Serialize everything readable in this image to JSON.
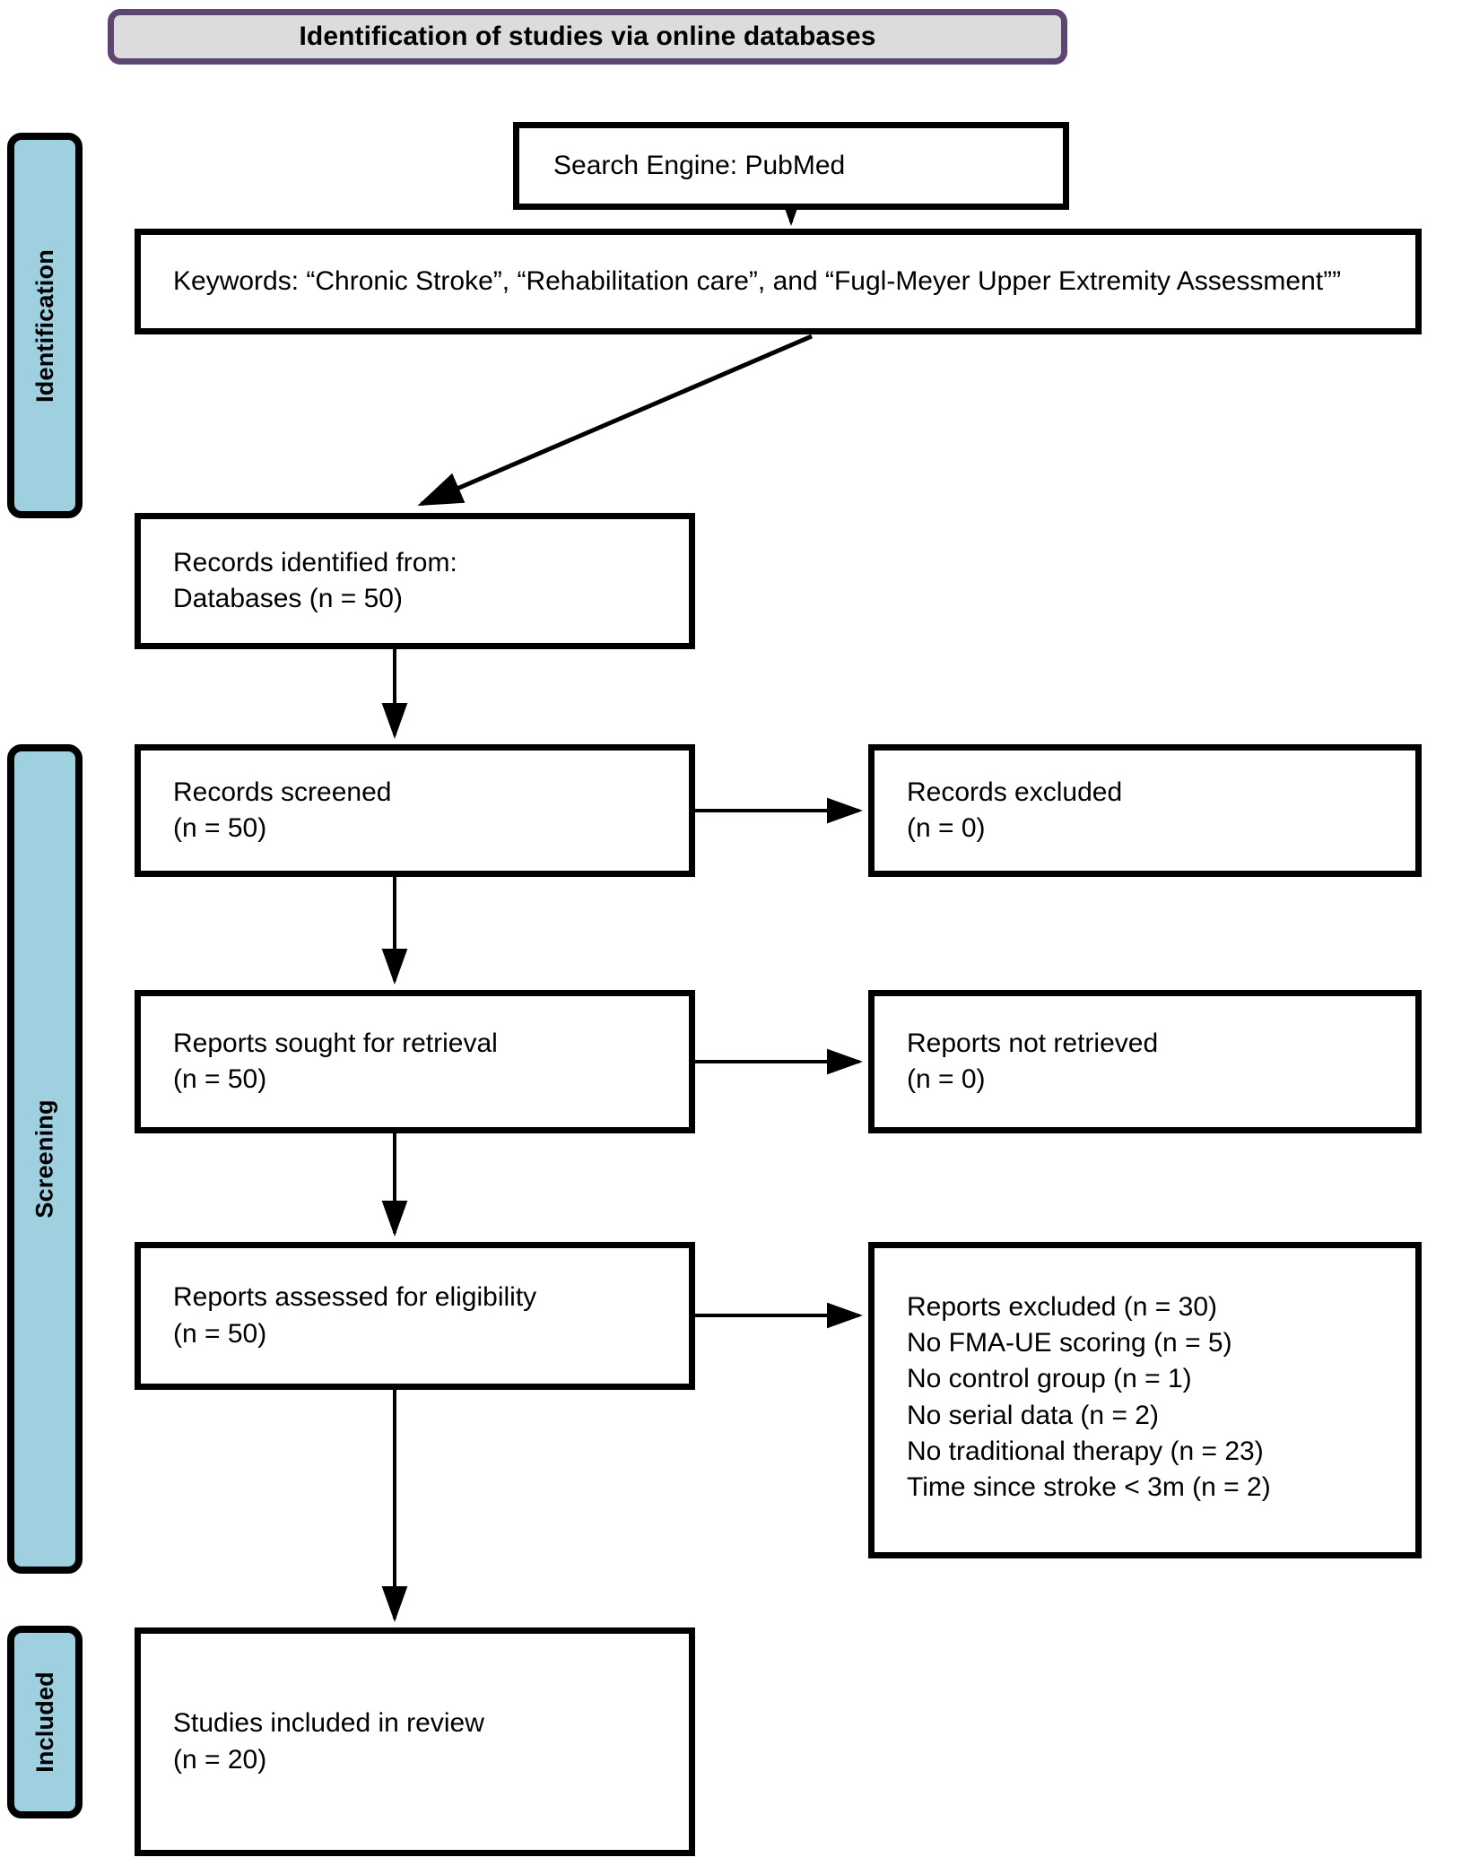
{
  "header": {
    "title": "Identification of studies via online databases"
  },
  "stages": [
    {
      "id": "identification",
      "label": "Identification"
    },
    {
      "id": "screening",
      "label": "Screening"
    },
    {
      "id": "included",
      "label": "Included"
    }
  ],
  "nodes": {
    "search_engine": "Search Engine: PubMed",
    "keywords": "Keywords: “Chronic Stroke”, “Rehabilitation care”, and “Fugl-Meyer Upper Extremity Assessment””",
    "records_identified": "Records identified from:\n    Databases (n = 50)",
    "records_screened": "Records screened\n(n = 50)",
    "records_excluded": "Records excluded\n(n = 0)",
    "reports_sought": "Reports sought for retrieval\n(n = 50)",
    "reports_not_retrieved": "Reports not retrieved\n(n = 0)",
    "reports_assessed": "Reports assessed for eligibility\n(n = 50)",
    "reports_excluded": "Reports excluded (n = 30)\n     No FMA-UE scoring (n = 5)\n     No control group (n = 1)\n     No serial data (n = 2)\n     No traditional therapy (n = 23)\n     Time since stroke < 3m (n = 2)",
    "studies_included": "Studies included in review\n(n = 20)"
  },
  "chart_data": {
    "type": "diagram",
    "title": "Identification of studies via online databases",
    "diagram_kind": "PRISMA flow diagram",
    "phases": [
      {
        "name": "Identification",
        "boxes": [
          {
            "label": "Search Engine: PubMed"
          },
          {
            "label": "Keywords: “Chronic Stroke”, “Rehabilitation care”, and “Fugl-Meyer Upper Extremity Assessment””"
          },
          {
            "label": "Records identified from: Databases",
            "n": 50
          }
        ]
      },
      {
        "name": "Screening",
        "boxes": [
          {
            "label": "Records screened",
            "n": 50
          },
          {
            "label": "Records excluded",
            "n": 0
          },
          {
            "label": "Reports sought for retrieval",
            "n": 50
          },
          {
            "label": "Reports not retrieved",
            "n": 0
          },
          {
            "label": "Reports assessed for eligibility",
            "n": 50
          },
          {
            "label": "Reports excluded",
            "n": 30,
            "reasons": [
              {
                "label": "No FMA-UE scoring",
                "n": 5
              },
              {
                "label": "No control group",
                "n": 1
              },
              {
                "label": "No serial data",
                "n": 2
              },
              {
                "label": "No traditional therapy",
                "n": 23
              },
              {
                "label": "Time since stroke < 3m",
                "n": 2
              }
            ]
          }
        ]
      },
      {
        "name": "Included",
        "boxes": [
          {
            "label": "Studies included in review",
            "n": 20
          }
        ]
      }
    ],
    "edges": [
      {
        "from": "Search Engine: PubMed",
        "to": "Keywords"
      },
      {
        "from": "Keywords",
        "to": "Records identified from: Databases"
      },
      {
        "from": "Records identified from: Databases",
        "to": "Records screened"
      },
      {
        "from": "Records screened",
        "to": "Records excluded"
      },
      {
        "from": "Records screened",
        "to": "Reports sought for retrieval"
      },
      {
        "from": "Reports sought for retrieval",
        "to": "Reports not retrieved"
      },
      {
        "from": "Reports sought for retrieval",
        "to": "Reports assessed for eligibility"
      },
      {
        "from": "Reports assessed for eligibility",
        "to": "Reports excluded"
      },
      {
        "from": "Reports assessed for eligibility",
        "to": "Studies included in review"
      }
    ],
    "colors": {
      "header_fill": "#dcdcdc",
      "header_border": "#5e4672",
      "stage_bar_fill": "#9ed0e0",
      "stage_bar_border": "#000000",
      "node_fill": "#ffffff",
      "node_border": "#000000"
    }
  }
}
